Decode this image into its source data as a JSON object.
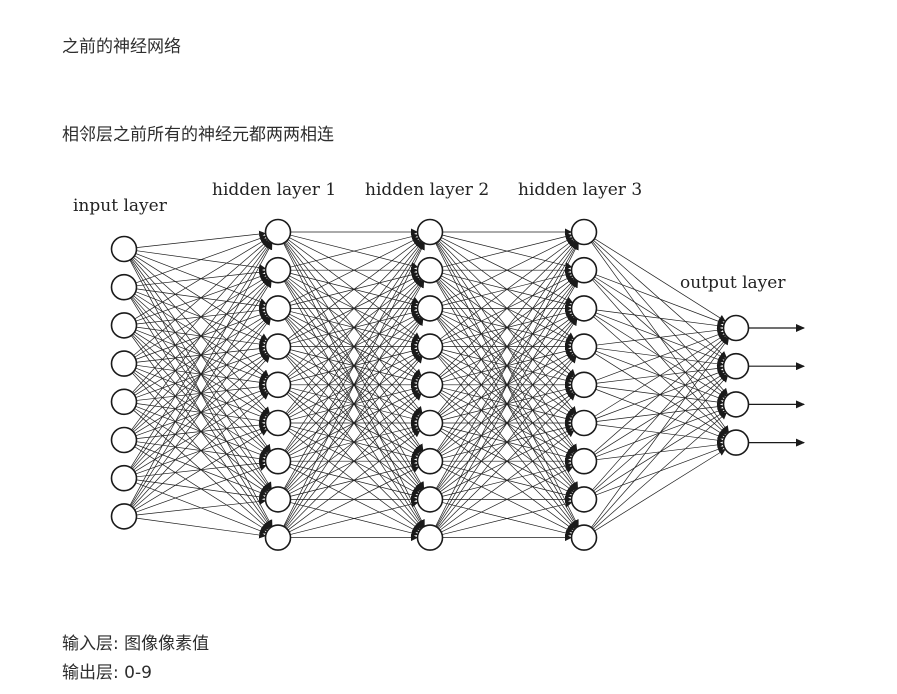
{
  "heading": "之前的神经网络",
  "description": "相邻层之前所有的神经元都两两相连",
  "diagram": {
    "layers": [
      {
        "label": "input layer",
        "nodes": 8
      },
      {
        "label": "hidden layer 1",
        "nodes": 9
      },
      {
        "label": "hidden layer 2",
        "nodes": 9
      },
      {
        "label": "hidden layer 3",
        "nodes": 9
      },
      {
        "label": "output layer",
        "nodes": 4
      }
    ],
    "output_arrows": true
  },
  "notes": {
    "input": "输入层: 图像像素值",
    "output": "输出层: 0-9"
  }
}
